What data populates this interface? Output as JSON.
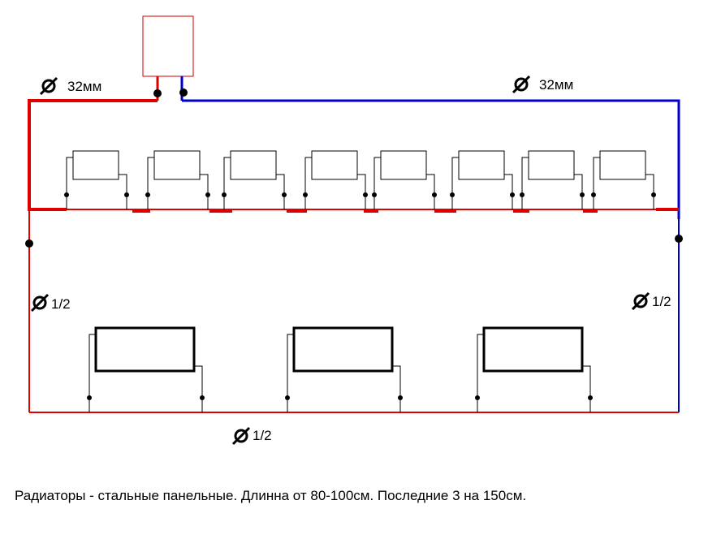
{
  "labels": {
    "diam_supply": "32мм",
    "diam_return": "32мм",
    "diam_left_riser": "1/2",
    "diam_right_riser": "1/2",
    "diam_bottom": "1/2"
  },
  "caption": "Радиаторы - стальные панельные. Длинна от 80-100см. Последние 3 на 150см.",
  "colors": {
    "supply": "#e00000",
    "return": "#0000cc",
    "boiler_border": "#cc0000",
    "radiator": "#000000"
  },
  "icons": {
    "diameter": "diameter-icon"
  }
}
